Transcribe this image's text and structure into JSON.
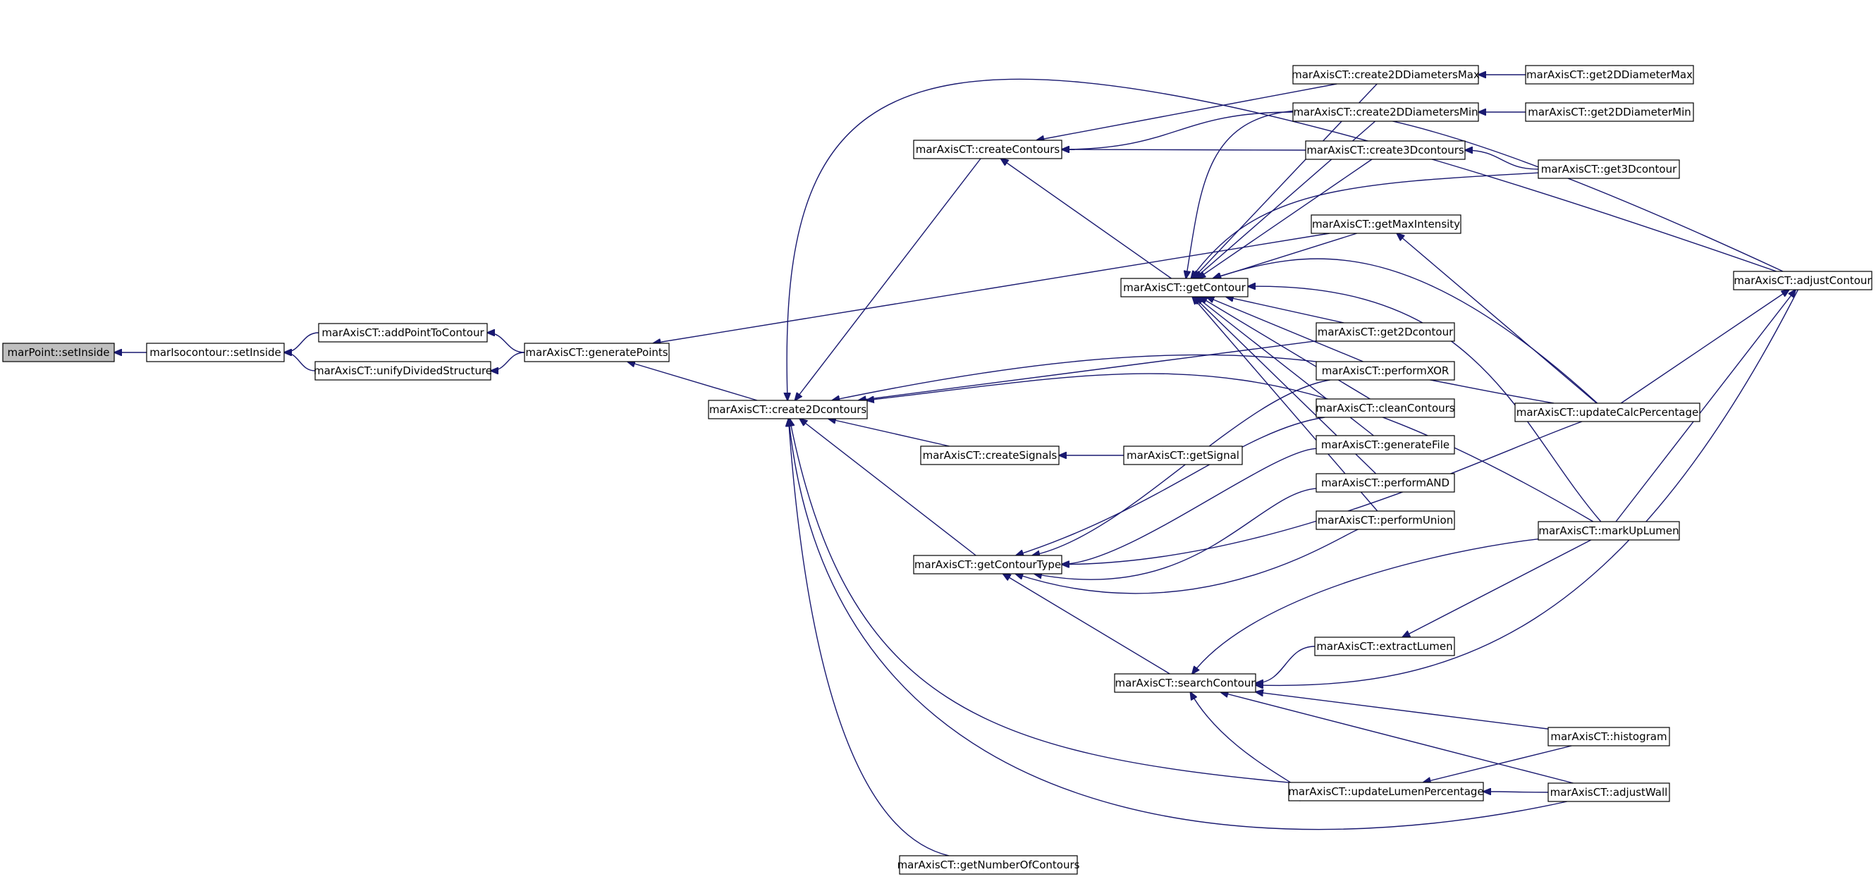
{
  "colors": {
    "edge": "#191970",
    "root_fill": "#bfbfbf",
    "node_fill": "#ffffff",
    "node_border": "#000000"
  },
  "nodes": [
    {
      "id": "setInsidePoint",
      "label": "marPoint::setInside",
      "root": true
    },
    {
      "id": "setInsideIso",
      "label": "marIsocontour::setInside"
    },
    {
      "id": "addPointToContour",
      "label": "marAxisCT::addPointToContour"
    },
    {
      "id": "unifyDividedStructure",
      "label": "marAxisCT::unifyDividedStructure"
    },
    {
      "id": "generatePoints",
      "label": "marAxisCT::generatePoints"
    },
    {
      "id": "create2Dcontours",
      "label": "marAxisCT::create2Dcontours"
    },
    {
      "id": "createContours",
      "label": "marAxisCT::createContours"
    },
    {
      "id": "createSignals",
      "label": "marAxisCT::createSignals"
    },
    {
      "id": "getContourType",
      "label": "marAxisCT::getContourType"
    },
    {
      "id": "getNumberOfContours",
      "label": "marAxisCT::getNumberOfContours"
    },
    {
      "id": "getContour",
      "label": "marAxisCT::getContour"
    },
    {
      "id": "getSignal",
      "label": "marAxisCT::getSignal"
    },
    {
      "id": "searchContour",
      "label": "marAxisCT::searchContour"
    },
    {
      "id": "create2DDiametersMax",
      "label": "marAxisCT::create2DDiametersMax"
    },
    {
      "id": "create2DDiametersMin",
      "label": "marAxisCT::create2DDiametersMin"
    },
    {
      "id": "create3Dcontours",
      "label": "marAxisCT::create3Dcontours"
    },
    {
      "id": "getMaxIntensity",
      "label": "marAxisCT::getMaxIntensity"
    },
    {
      "id": "get2Dcontour",
      "label": "marAxisCT::get2Dcontour"
    },
    {
      "id": "performXOR",
      "label": "marAxisCT::performXOR"
    },
    {
      "id": "cleanContours",
      "label": "marAxisCT::cleanContours"
    },
    {
      "id": "generateFile",
      "label": "marAxisCT::generateFile"
    },
    {
      "id": "performAND",
      "label": "marAxisCT::performAND"
    },
    {
      "id": "performUnion",
      "label": "marAxisCT::performUnion"
    },
    {
      "id": "extractLumen",
      "label": "marAxisCT::extractLumen"
    },
    {
      "id": "updateLumenPercentage",
      "label": "marAxisCT::updateLumenPercentage"
    },
    {
      "id": "get2DDiameterMax",
      "label": "marAxisCT::get2DDiameterMax"
    },
    {
      "id": "get2DDiameterMin",
      "label": "marAxisCT::get2DDiameterMin"
    },
    {
      "id": "get3Dcontour",
      "label": "marAxisCT::get3Dcontour"
    },
    {
      "id": "updateCalcPercentage",
      "label": "marAxisCT::updateCalcPercentage"
    },
    {
      "id": "markUpLumen",
      "label": "marAxisCT::markUpLumen"
    },
    {
      "id": "histogram",
      "label": "marAxisCT::histogram"
    },
    {
      "id": "adjustWall",
      "label": "marAxisCT::adjustWall"
    },
    {
      "id": "adjustContour",
      "label": "marAxisCT::adjustContour"
    }
  ],
  "edges": [
    {
      "from": "setInsideIso",
      "to": "setInsidePoint"
    },
    {
      "from": "addPointToContour",
      "to": "setInsideIso"
    },
    {
      "from": "unifyDividedStructure",
      "to": "setInsideIso"
    },
    {
      "from": "generatePoints",
      "to": "addPointToContour"
    },
    {
      "from": "generatePoints",
      "to": "unifyDividedStructure"
    },
    {
      "from": "create2Dcontours",
      "to": "generatePoints"
    },
    {
      "from": "getMaxIntensity",
      "to": "generatePoints"
    },
    {
      "from": "createContours",
      "to": "create2Dcontours"
    },
    {
      "from": "createSignals",
      "to": "create2Dcontours"
    },
    {
      "from": "getContourType",
      "to": "create2Dcontours"
    },
    {
      "from": "getNumberOfContours",
      "to": "create2Dcontours"
    },
    {
      "from": "updateLumenPercentage",
      "to": "create2Dcontours"
    },
    {
      "from": "adjustWall",
      "to": "create2Dcontours"
    },
    {
      "from": "get2Dcontour",
      "to": "create2Dcontours"
    },
    {
      "from": "updateCalcPercentage",
      "to": "create2Dcontours"
    },
    {
      "from": "markUpLumen",
      "to": "create2Dcontours"
    },
    {
      "from": "adjustContour",
      "to": "create2Dcontours"
    },
    {
      "from": "getSignal",
      "to": "createSignals"
    },
    {
      "from": "create2DDiametersMax",
      "to": "createContours"
    },
    {
      "from": "create2DDiametersMin",
      "to": "createContours"
    },
    {
      "from": "create3Dcontours",
      "to": "createContours"
    },
    {
      "from": "getContour",
      "to": "createContours"
    },
    {
      "from": "create2DDiametersMax",
      "to": "getContour"
    },
    {
      "from": "create2DDiametersMin",
      "to": "getContour"
    },
    {
      "from": "create3Dcontours",
      "to": "getContour"
    },
    {
      "from": "get3Dcontour",
      "to": "getContour"
    },
    {
      "from": "getMaxIntensity",
      "to": "getContour"
    },
    {
      "from": "updateCalcPercentage",
      "to": "getContour"
    },
    {
      "from": "markUpLumen",
      "to": "getContour"
    },
    {
      "from": "get2Dcontour",
      "to": "getContour"
    },
    {
      "from": "performXOR",
      "to": "getContour"
    },
    {
      "from": "cleanContours",
      "to": "getContour"
    },
    {
      "from": "generateFile",
      "to": "getContour"
    },
    {
      "from": "performAND",
      "to": "getContour"
    },
    {
      "from": "performUnion",
      "to": "getContour"
    },
    {
      "from": "adjustContour",
      "to": "getContour"
    },
    {
      "from": "get2DDiameterMax",
      "to": "create2DDiametersMax"
    },
    {
      "from": "get2DDiameterMin",
      "to": "create2DDiametersMin"
    },
    {
      "from": "get3Dcontour",
      "to": "create3Dcontours"
    },
    {
      "from": "updateCalcPercentage",
      "to": "getMaxIntensity"
    },
    {
      "from": "performXOR",
      "to": "getContourType"
    },
    {
      "from": "cleanContours",
      "to": "getContourType"
    },
    {
      "from": "generateFile",
      "to": "getContourType"
    },
    {
      "from": "performAND",
      "to": "getContourType"
    },
    {
      "from": "performUnion",
      "to": "getContourType"
    },
    {
      "from": "updateCalcPercentage",
      "to": "getContourType"
    },
    {
      "from": "searchContour",
      "to": "getContourType"
    },
    {
      "from": "extractLumen",
      "to": "searchContour"
    },
    {
      "from": "markUpLumen",
      "to": "searchContour"
    },
    {
      "from": "histogram",
      "to": "searchContour"
    },
    {
      "from": "adjustWall",
      "to": "searchContour"
    },
    {
      "from": "adjustContour",
      "to": "searchContour"
    },
    {
      "from": "updateLumenPercentage",
      "to": "searchContour"
    },
    {
      "from": "markUpLumen",
      "to": "extractLumen"
    },
    {
      "from": "histogram",
      "to": "updateLumenPercentage"
    },
    {
      "from": "adjustWall",
      "to": "updateLumenPercentage"
    },
    {
      "from": "markUpLumen",
      "to": "adjustContour"
    },
    {
      "from": "updateCalcPercentage",
      "to": "adjustContour"
    }
  ]
}
